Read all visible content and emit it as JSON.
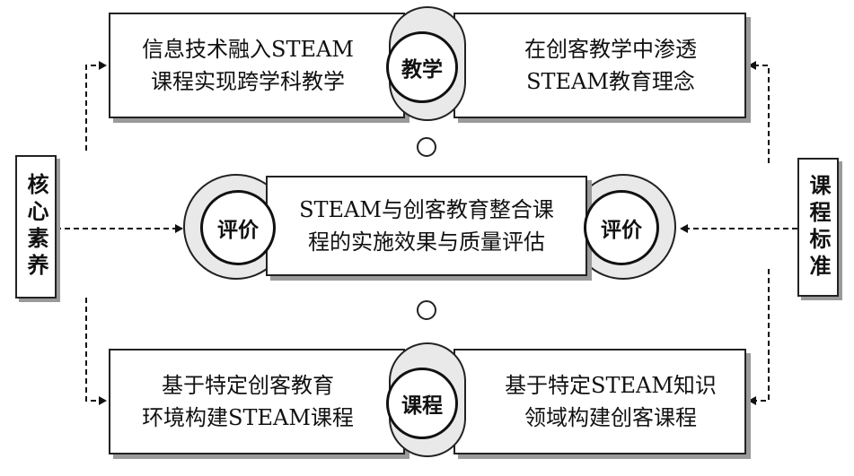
{
  "left_label": "核心素养",
  "right_label": "课程标准",
  "top": {
    "circle": "教学",
    "left_text": "信息技术融入STEAM\n课程实现跨学科教学",
    "right_text": "在创客教学中渗透\nSTEAM教育理念"
  },
  "middle": {
    "left_circle": "评价",
    "right_circle": "评价",
    "center_text": "STEAM与创客教育整合课\n程的实施效果与质量评估"
  },
  "bottom": {
    "circle": "课程",
    "left_text": "基于特定创客教育\n环境构建STEAM课程",
    "right_text": "基于特定STEAM知识\n领域构建创客课程"
  }
}
